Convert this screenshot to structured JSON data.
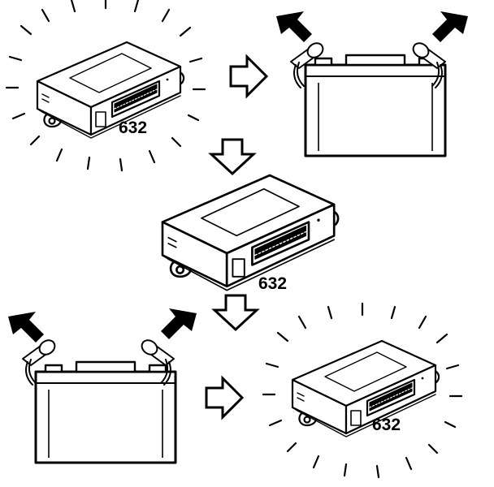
{
  "colors": {
    "ink": "#000000",
    "paper": "#ffffff"
  },
  "steps": [
    {
      "module": {
        "label": "632",
        "icon": "control-module-icon",
        "state": "active"
      }
    },
    {
      "battery": {
        "icon": "battery-icon",
        "cables": "disconnected"
      }
    },
    {
      "module": {
        "label": "632",
        "icon": "control-module-icon",
        "state": "inactive"
      }
    },
    {
      "battery": {
        "icon": "battery-icon",
        "cables": "disconnected"
      }
    },
    {
      "module": {
        "label": "632",
        "icon": "control-module-icon",
        "state": "active"
      }
    }
  ],
  "flow_arrows": [
    "arrow-right-icon",
    "arrow-down-icon",
    "arrow-down-icon",
    "arrow-right-icon"
  ]
}
